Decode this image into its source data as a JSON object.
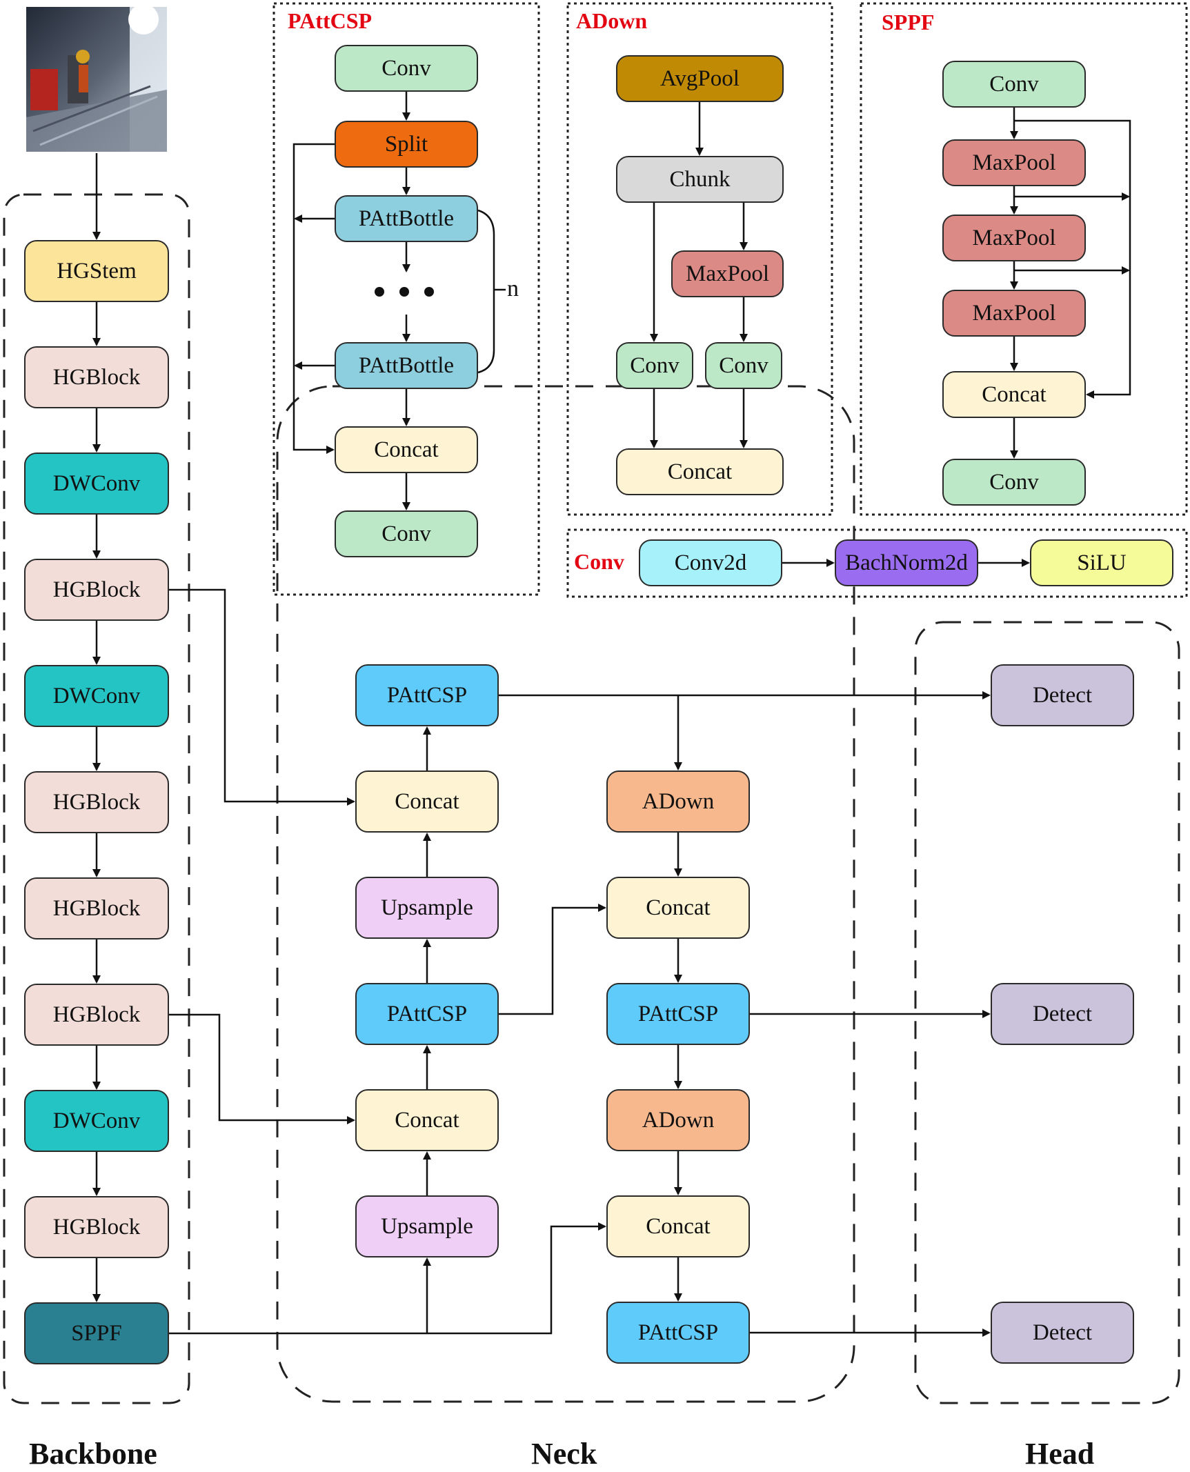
{
  "colors": {
    "hgstem": "#fde49b",
    "hgblock": "#f2ddd8",
    "dwconv": "#25c4c4",
    "sppf_box": "#2a7f90",
    "conv": "#bde8c8",
    "split": "#ee6c0f",
    "pattbottle": "#8ecfdf",
    "concat": "#fef3d2",
    "avgpool": "#c08a05",
    "chunk": "#d9d9d9",
    "maxpool": "#dc8a86",
    "conv2d": "#a7f1fb",
    "bachnorm": "#9a6cf0",
    "silu": "#f6fb9a",
    "pattcsp": "#5ecbfb",
    "adown": "#f6b88c",
    "upsample": "#f0cff7",
    "detect": "#cbc3dc",
    "section_title": "#e30613"
  },
  "input_image": {
    "icon": "mine-scene-photo"
  },
  "sections": {
    "pattcsp": "PAttCSP",
    "adown": "ADown",
    "sppf": "SPPF",
    "conv": "Conv"
  },
  "bottom_labels": {
    "backbone": "Backbone",
    "neck": "Neck",
    "head": "Head"
  },
  "repeat_label": "n",
  "backbone": [
    {
      "label": "HGStem",
      "kind": "hgstem"
    },
    {
      "label": "HGBlock",
      "kind": "hgblock"
    },
    {
      "label": "DWConv",
      "kind": "dwconv"
    },
    {
      "label": "HGBlock",
      "kind": "hgblock"
    },
    {
      "label": "DWConv",
      "kind": "dwconv"
    },
    {
      "label": "HGBlock",
      "kind": "hgblock"
    },
    {
      "label": "HGBlock",
      "kind": "hgblock"
    },
    {
      "label": "HGBlock",
      "kind": "hgblock"
    },
    {
      "label": "DWConv",
      "kind": "dwconv"
    },
    {
      "label": "HGBlock",
      "kind": "hgblock"
    },
    {
      "label": "SPPF",
      "kind": "sppf_box"
    }
  ],
  "pattcsp_module": [
    {
      "label": "Conv",
      "kind": "conv"
    },
    {
      "label": "Split",
      "kind": "split"
    },
    {
      "label": "PAttBottle",
      "kind": "pattbottle"
    },
    {
      "label": "PAttBottle",
      "kind": "pattbottle"
    },
    {
      "label": "Concat",
      "kind": "concat"
    },
    {
      "label": "Conv",
      "kind": "conv"
    }
  ],
  "adown_module": [
    {
      "label": "AvgPool",
      "kind": "avgpool"
    },
    {
      "label": "Chunk",
      "kind": "chunk"
    },
    {
      "label": "MaxPool",
      "kind": "maxpool"
    },
    {
      "label": "Conv",
      "kind": "conv"
    },
    {
      "label": "Conv",
      "kind": "conv"
    },
    {
      "label": "Concat",
      "kind": "concat"
    }
  ],
  "sppf_module": [
    {
      "label": "Conv",
      "kind": "conv"
    },
    {
      "label": "MaxPool",
      "kind": "maxpool"
    },
    {
      "label": "MaxPool",
      "kind": "maxpool"
    },
    {
      "label": "MaxPool",
      "kind": "maxpool"
    },
    {
      "label": "Concat",
      "kind": "concat"
    },
    {
      "label": "Conv",
      "kind": "conv"
    }
  ],
  "conv_module": [
    {
      "label": "Conv2d",
      "kind": "conv2d"
    },
    {
      "label": "BachNorm2d",
      "kind": "bachnorm"
    },
    {
      "label": "SiLU",
      "kind": "silu"
    }
  ],
  "neck": [
    {
      "label": "PAttCSP",
      "kind": "pattcsp"
    },
    {
      "label": "Concat",
      "kind": "concat"
    },
    {
      "label": "Upsample",
      "kind": "upsample"
    },
    {
      "label": "PAttCSP",
      "kind": "pattcsp"
    },
    {
      "label": "Concat",
      "kind": "concat"
    },
    {
      "label": "Upsample",
      "kind": "upsample"
    },
    {
      "label": "ADown",
      "kind": "adown"
    },
    {
      "label": "Concat",
      "kind": "concat"
    },
    {
      "label": "PAttCSP",
      "kind": "pattcsp"
    },
    {
      "label": "ADown",
      "kind": "adown"
    },
    {
      "label": "Concat",
      "kind": "concat"
    },
    {
      "label": "PAttCSP",
      "kind": "pattcsp"
    }
  ],
  "head": [
    {
      "label": "Detect",
      "kind": "detect"
    },
    {
      "label": "Detect",
      "kind": "detect"
    },
    {
      "label": "Detect",
      "kind": "detect"
    }
  ]
}
